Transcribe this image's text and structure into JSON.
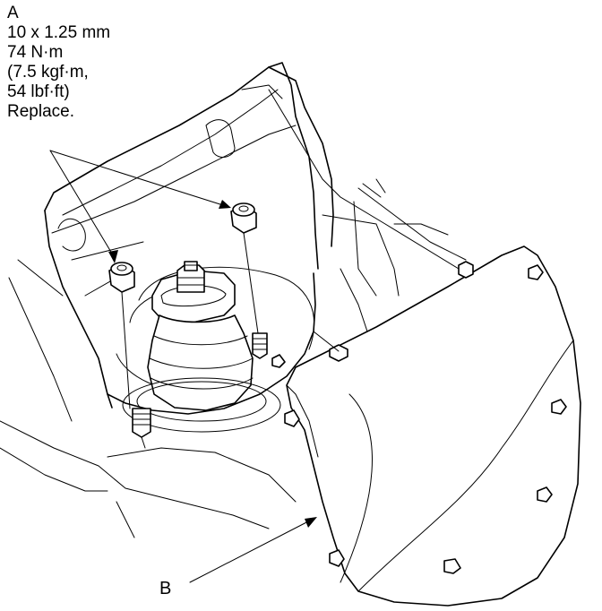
{
  "callout_a": {
    "letter": "A",
    "size": "10 x 1.25 mm",
    "torque_nm": "74 N·m",
    "torque_kgfm": "(7.5 kgf·m,",
    "torque_lbfft": "54 lbf·ft)",
    "note": "Replace."
  },
  "callout_b": {
    "letter": "B"
  },
  "colors": {
    "line": "#000000",
    "background": "#ffffff"
  }
}
